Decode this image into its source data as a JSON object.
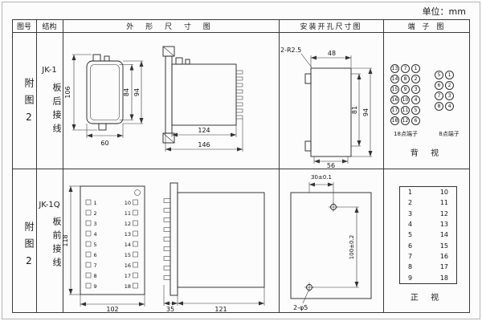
{
  "page": {
    "unit": "单位：mm"
  },
  "headers": {
    "col1": "图号",
    "col2": "结构",
    "col3": "外 形 尺 寸 图",
    "col4": "安装开孔尺寸图",
    "col5": "端 子 图"
  },
  "row1": {
    "fig": "附图2",
    "model": "JK-1",
    "wiring": "板后接线",
    "outline": {
      "d106": "106",
      "d84": "84",
      "d94": "94",
      "d60": "60",
      "d124": "124",
      "d146": "146"
    },
    "install": {
      "r": "2-R2.5",
      "d48": "48",
      "d81": "81",
      "d94": "94",
      "d56": "56"
    },
    "terminals": {
      "grid18": [
        [
          "13",
          "7",
          "1"
        ],
        [
          "14",
          "8",
          "2"
        ],
        [
          "15",
          "9",
          "3"
        ],
        [
          "16",
          "10",
          "4"
        ],
        [
          "17",
          "11",
          "5"
        ],
        [
          "18",
          "12",
          "6"
        ]
      ],
      "grid8": [
        [
          "5",
          "1"
        ],
        [
          "6",
          "2"
        ],
        [
          "7",
          "3"
        ],
        [
          "8",
          "4"
        ]
      ],
      "label18": "18点端子",
      "label8": "8点端子",
      "view": "背 视"
    }
  },
  "row2": {
    "fig": "附图2",
    "model": "JK-1Q",
    "wiring": "板前接线",
    "outline": {
      "d118": "118",
      "d102": "102",
      "d35": "35",
      "d121": "121",
      "left_terms": [
        "1",
        "2",
        "3",
        "4",
        "5",
        "6",
        "7",
        "8",
        "9"
      ],
      "right_terms": [
        "10",
        "11",
        "12",
        "13",
        "14",
        "15",
        "16",
        "17",
        "18"
      ]
    },
    "install": {
      "d30": "30±0.1",
      "d100": "100±0.2",
      "holes": "2-φ5"
    },
    "terminal_table": {
      "left": [
        "1",
        "2",
        "3",
        "4",
        "5",
        "6",
        "7",
        "8",
        "9"
      ],
      "right": [
        "10",
        "11",
        "12",
        "13",
        "14",
        "15",
        "16",
        "17",
        "18"
      ],
      "view": "正 视"
    }
  }
}
